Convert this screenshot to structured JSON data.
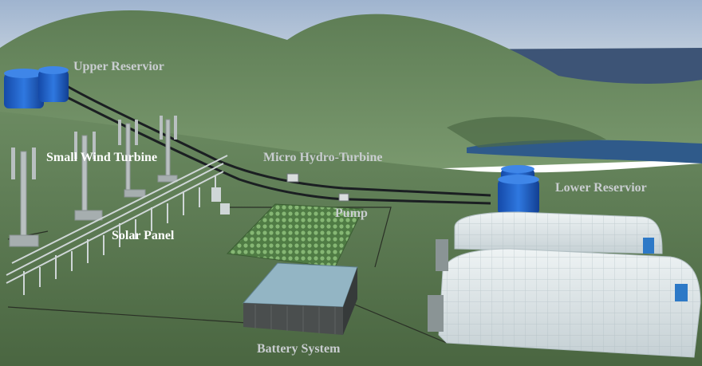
{
  "labels": {
    "upper_reservoir": "Upper Reservior",
    "small_wind_turbine": "Small Wind Turbine",
    "micro_hydro_turbine": "Micro Hydro-Turbine",
    "lower_reservoir": "Lower Reservior",
    "pump": "Pump",
    "solar_panel": "Solar Panel",
    "battery_system": "Battery System"
  },
  "colors": {
    "sky": "#aebfd6",
    "sea": "#3f5678",
    "hill": "#6f8f63",
    "ground": "#57764c",
    "tank": "#1f5fc4",
    "greenhouse": "#dfe7ea",
    "battery_roof": "#8fb2c2"
  }
}
